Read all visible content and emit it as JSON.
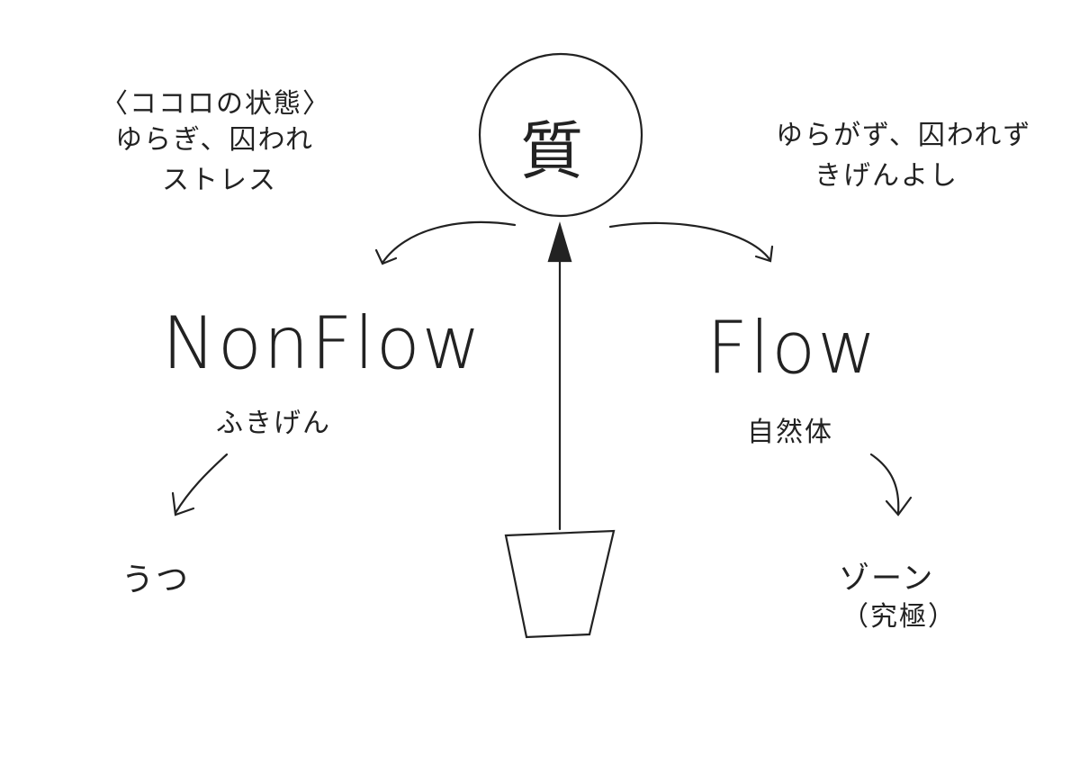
{
  "header_left": {
    "title": "〈ココロの状態〉",
    "line1": "ゆらぎ、囚われ",
    "line2": "ストレス"
  },
  "center": {
    "circle_label": "質"
  },
  "header_right": {
    "line1": "ゆらがず、囚われず",
    "line2": "きげんよし"
  },
  "left_branch": {
    "title": "NonFlow",
    "state": "ふきげん",
    "result": "うつ"
  },
  "right_branch": {
    "title": "Flow",
    "state": "自然体",
    "result": "ゾーン",
    "result_note": "（究極）"
  },
  "colors": {
    "ink": "#222222",
    "paper": "#ffffff"
  }
}
